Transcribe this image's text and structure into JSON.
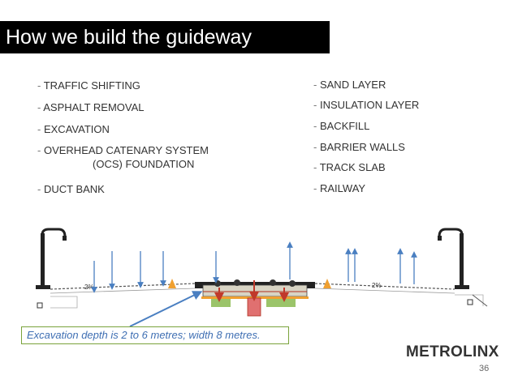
{
  "slide": {
    "title": "How we build the guideway",
    "left_steps": [
      {
        "label": "TRAFFIC SHIFTING"
      },
      {
        "label": "ASPHALT REMOVAL"
      },
      {
        "label": "EXCAVATION"
      },
      {
        "label": "OVERHEAD CATENARY SYSTEM",
        "continuation": "(OCS) FOUNDATION"
      },
      {
        "label": "DUCT BANK"
      }
    ],
    "right_steps": [
      {
        "label": "SAND LAYER"
      },
      {
        "label": "INSULATION LAYER"
      },
      {
        "label": "BACKFILL"
      },
      {
        "label": "BARRIER WALLS"
      },
      {
        "label": "TRACK SLAB"
      },
      {
        "label": "RAILWAY"
      }
    ],
    "dash": "-",
    "diagram": {
      "grade_left": "2%",
      "grade_right": "2%",
      "colors": {
        "arrow_blue": "#4a7fc1",
        "cone_orange": "#f0a030",
        "foundation_red": "#d9534f",
        "backfill_green": "#9bc46a",
        "slab_grey": "#d8d4c4"
      }
    },
    "callout": "Excavation depth is 2 to 6 metres; width 8 metres.",
    "brand": "METROLINX",
    "page_number": "36"
  }
}
